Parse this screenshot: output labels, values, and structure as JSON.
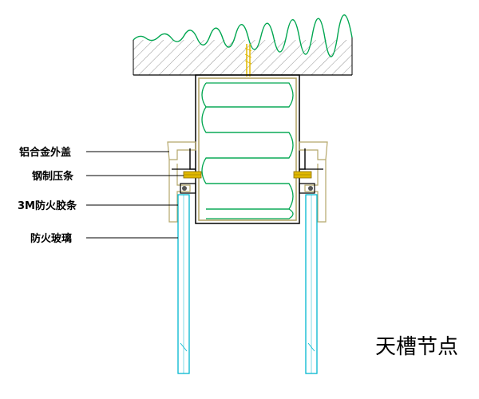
{
  "title": "天槽节点",
  "labels": [
    {
      "id": "aluminum-cover",
      "text": "铝合金外盖"
    },
    {
      "id": "steel-press-strip",
      "text": "钢制压条"
    },
    {
      "id": "fire-seal-strip",
      "text": "3M防火胶条"
    },
    {
      "id": "fire-glass",
      "text": "防火玻璃"
    }
  ],
  "colors": {
    "line": "#000000",
    "insulation": "#00a650",
    "frame": "#b5a76a",
    "bracket": "#e0b800",
    "glass": "#00b7cf",
    "seal": "#555555"
  }
}
